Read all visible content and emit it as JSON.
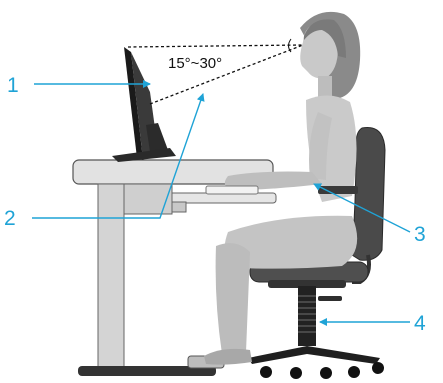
{
  "angle_label": "15°~30°",
  "callouts": [
    {
      "number": "1"
    },
    {
      "number": "2"
    },
    {
      "number": "3"
    },
    {
      "number": "4"
    }
  ],
  "colors": {
    "accent": "#1fa3d6",
    "furniture": "#d9d9d9",
    "figure": "#b5b5b5",
    "dark": "#262626"
  }
}
